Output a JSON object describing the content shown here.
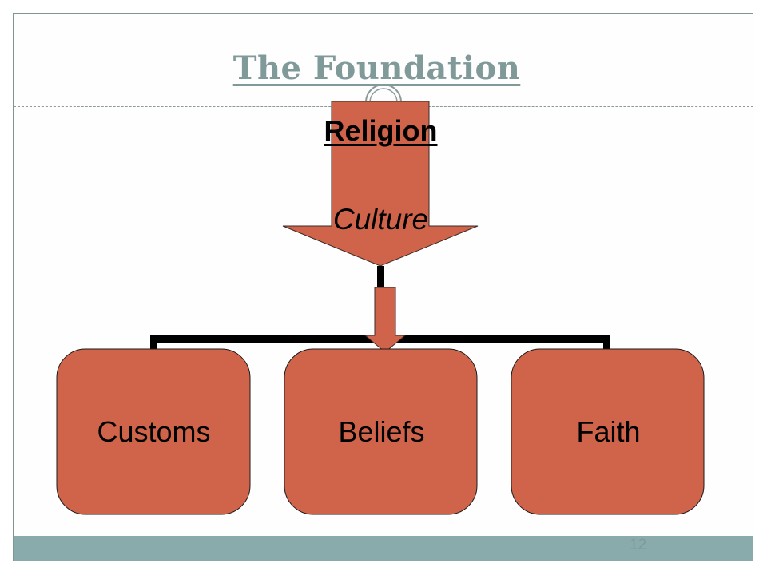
{
  "slide": {
    "title": "The Foundation",
    "page_number": "12"
  },
  "diagram": {
    "top_label": "Religion",
    "arrow_label": "Culture",
    "children": [
      {
        "label": "Customs"
      },
      {
        "label": "Beliefs"
      },
      {
        "label": "Faith"
      }
    ],
    "colors": {
      "shape_fill": "#d0644a",
      "connector": "#000000",
      "title": "#7f9a98",
      "footer_band": "#8aabac"
    }
  }
}
